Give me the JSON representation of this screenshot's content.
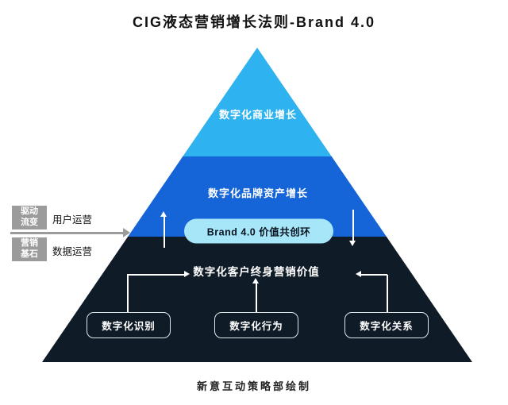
{
  "title": "CIG液态营销增长法则-Brand 4.0",
  "footer": "新意互动策略部绘制",
  "colors": {
    "layer_top": "#2eb3f0",
    "layer_middle": "#1565d9",
    "layer_bottom": "#0f1b26",
    "pill_bg": "#a6e6f8",
    "pill_text": "#0c1622",
    "annotation_gray": "#9b9b9b",
    "connector_white": "#ffffff"
  },
  "pyramid": {
    "top_label": "数字化商业增长",
    "middle_label": "数字化品牌资产增长",
    "pill_label": "Brand 4.0  价值共创环",
    "bottom_heading": "数字化客户终身营销价值",
    "boxes": [
      {
        "label": "数字化识别"
      },
      {
        "label": "数字化行为"
      },
      {
        "label": "数字化关系"
      }
    ]
  },
  "left_panel": {
    "driver_box_lines": [
      "驱动",
      "流变"
    ],
    "driver_label": "用户运营",
    "base_box_lines": [
      "营销",
      "基石"
    ],
    "base_label": "数据运营"
  }
}
